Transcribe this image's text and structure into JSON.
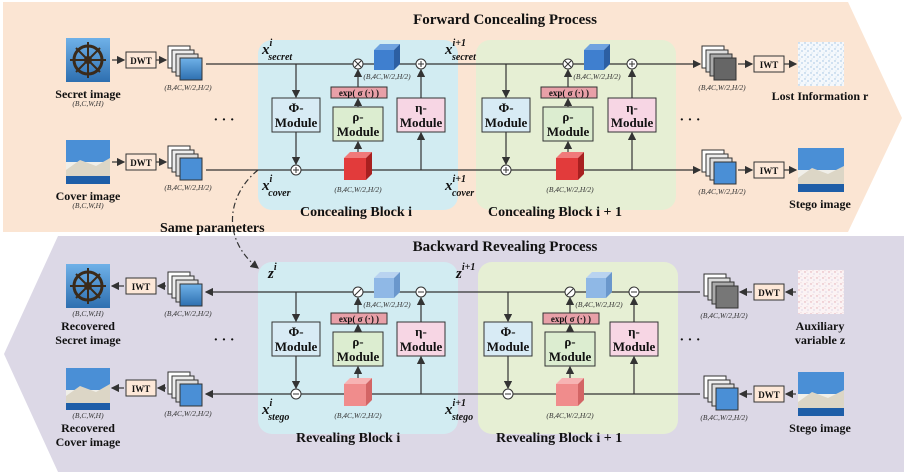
{
  "forward": {
    "title": "Forward Concealing Process",
    "secret_label": "Secret image",
    "secret_dims": "(B,C,W,H)",
    "cover_label": "Cover image",
    "cover_dims": "(B,C,W,H)",
    "lost_label": "Lost Information r",
    "stego_label": "Stego image",
    "block_i": "Concealing Block i",
    "block_i1": "Concealing Block i + 1",
    "x_secret": "x",
    "x_secret_sup_i": "i",
    "x_secret_sub": "secret",
    "x_secret_sup_i1": "i+1",
    "x_cover": "x",
    "x_cover_sub": "cover"
  },
  "backward": {
    "title": "Backward Revealing Process",
    "rec_secret_1": "Recovered",
    "rec_secret_2": "Secret image",
    "rec_cover_1": "Recovered",
    "rec_cover_2": "Cover image",
    "rec_dims": "(B,C,W,H)",
    "aux_1": "Auxiliary",
    "aux_2": "variable z",
    "stego_label": "Stego image",
    "block_i": "Revealing Block i",
    "block_i1": "Revealing Block i + 1",
    "z": "z",
    "x_stego": "x",
    "x_stego_sub": "stego"
  },
  "same_parameters": "Same parameters",
  "labels": {
    "dwt": "DWT",
    "iwt": "IWT",
    "phi1": "Φ-",
    "rho1": "ρ-",
    "eta1": "η-",
    "module": "Module",
    "exp": "exp( σ (·) )",
    "dims_half": "(B,4C,W/2,H/2)",
    "dots": "· · ·"
  },
  "colors": {
    "forward_bg": "#fbe5d3",
    "backward_bg": "#dcd8e6",
    "block_blue": "#d2ecf2",
    "block_green": "#e6efd4",
    "phi_box": "#d8ebf5",
    "rho_box": "#dcedd0",
    "eta_box": "#f7d6e4",
    "exp_box": "#e8a0a8",
    "dwt_box": "#fde8d8",
    "cube_blue": "#3f7fcf",
    "cube_red": "#e23b3b",
    "same_params": "#c0131d"
  }
}
